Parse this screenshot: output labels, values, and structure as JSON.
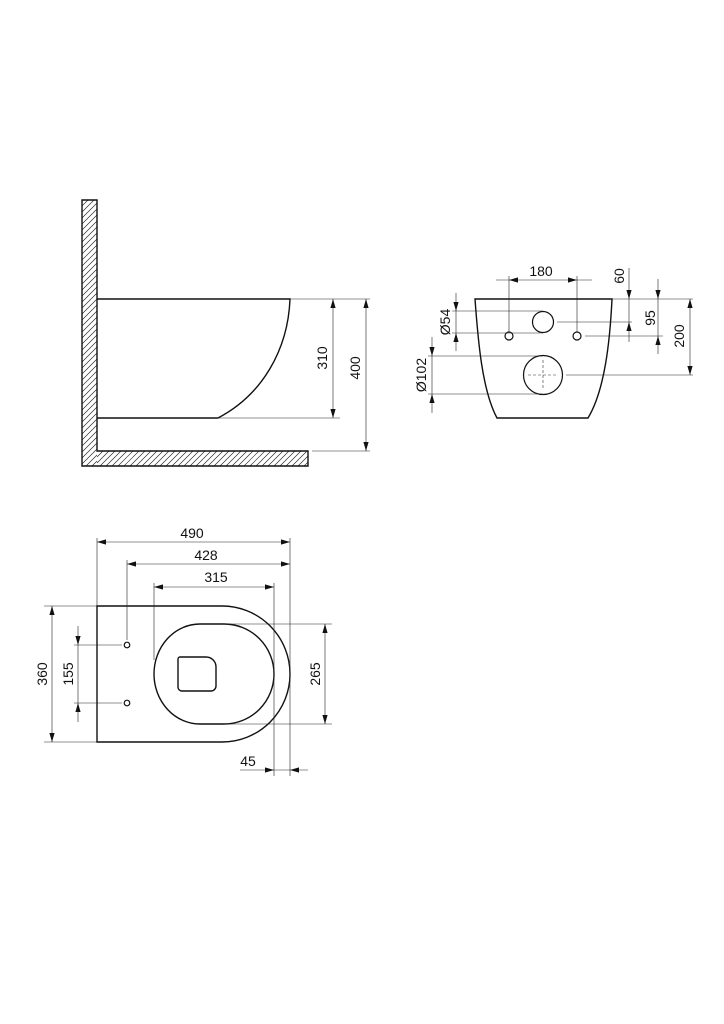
{
  "side_view": {
    "dims": {
      "bowl_height": "310",
      "total_height": "400"
    }
  },
  "rear_view": {
    "dims": {
      "inlet_spacing": "180",
      "inlet_offset": "60",
      "bolt_height": "95",
      "outlet_height": "200",
      "inlet_diameter": "Ø54",
      "outlet_diameter": "Ø102"
    }
  },
  "top_view": {
    "dims": {
      "length": "490",
      "bolt_to_front": "428",
      "seat_opening_length": "315",
      "rim_offset": "45",
      "width": "360",
      "bolt_spacing": "155",
      "opening_width": "265"
    }
  }
}
